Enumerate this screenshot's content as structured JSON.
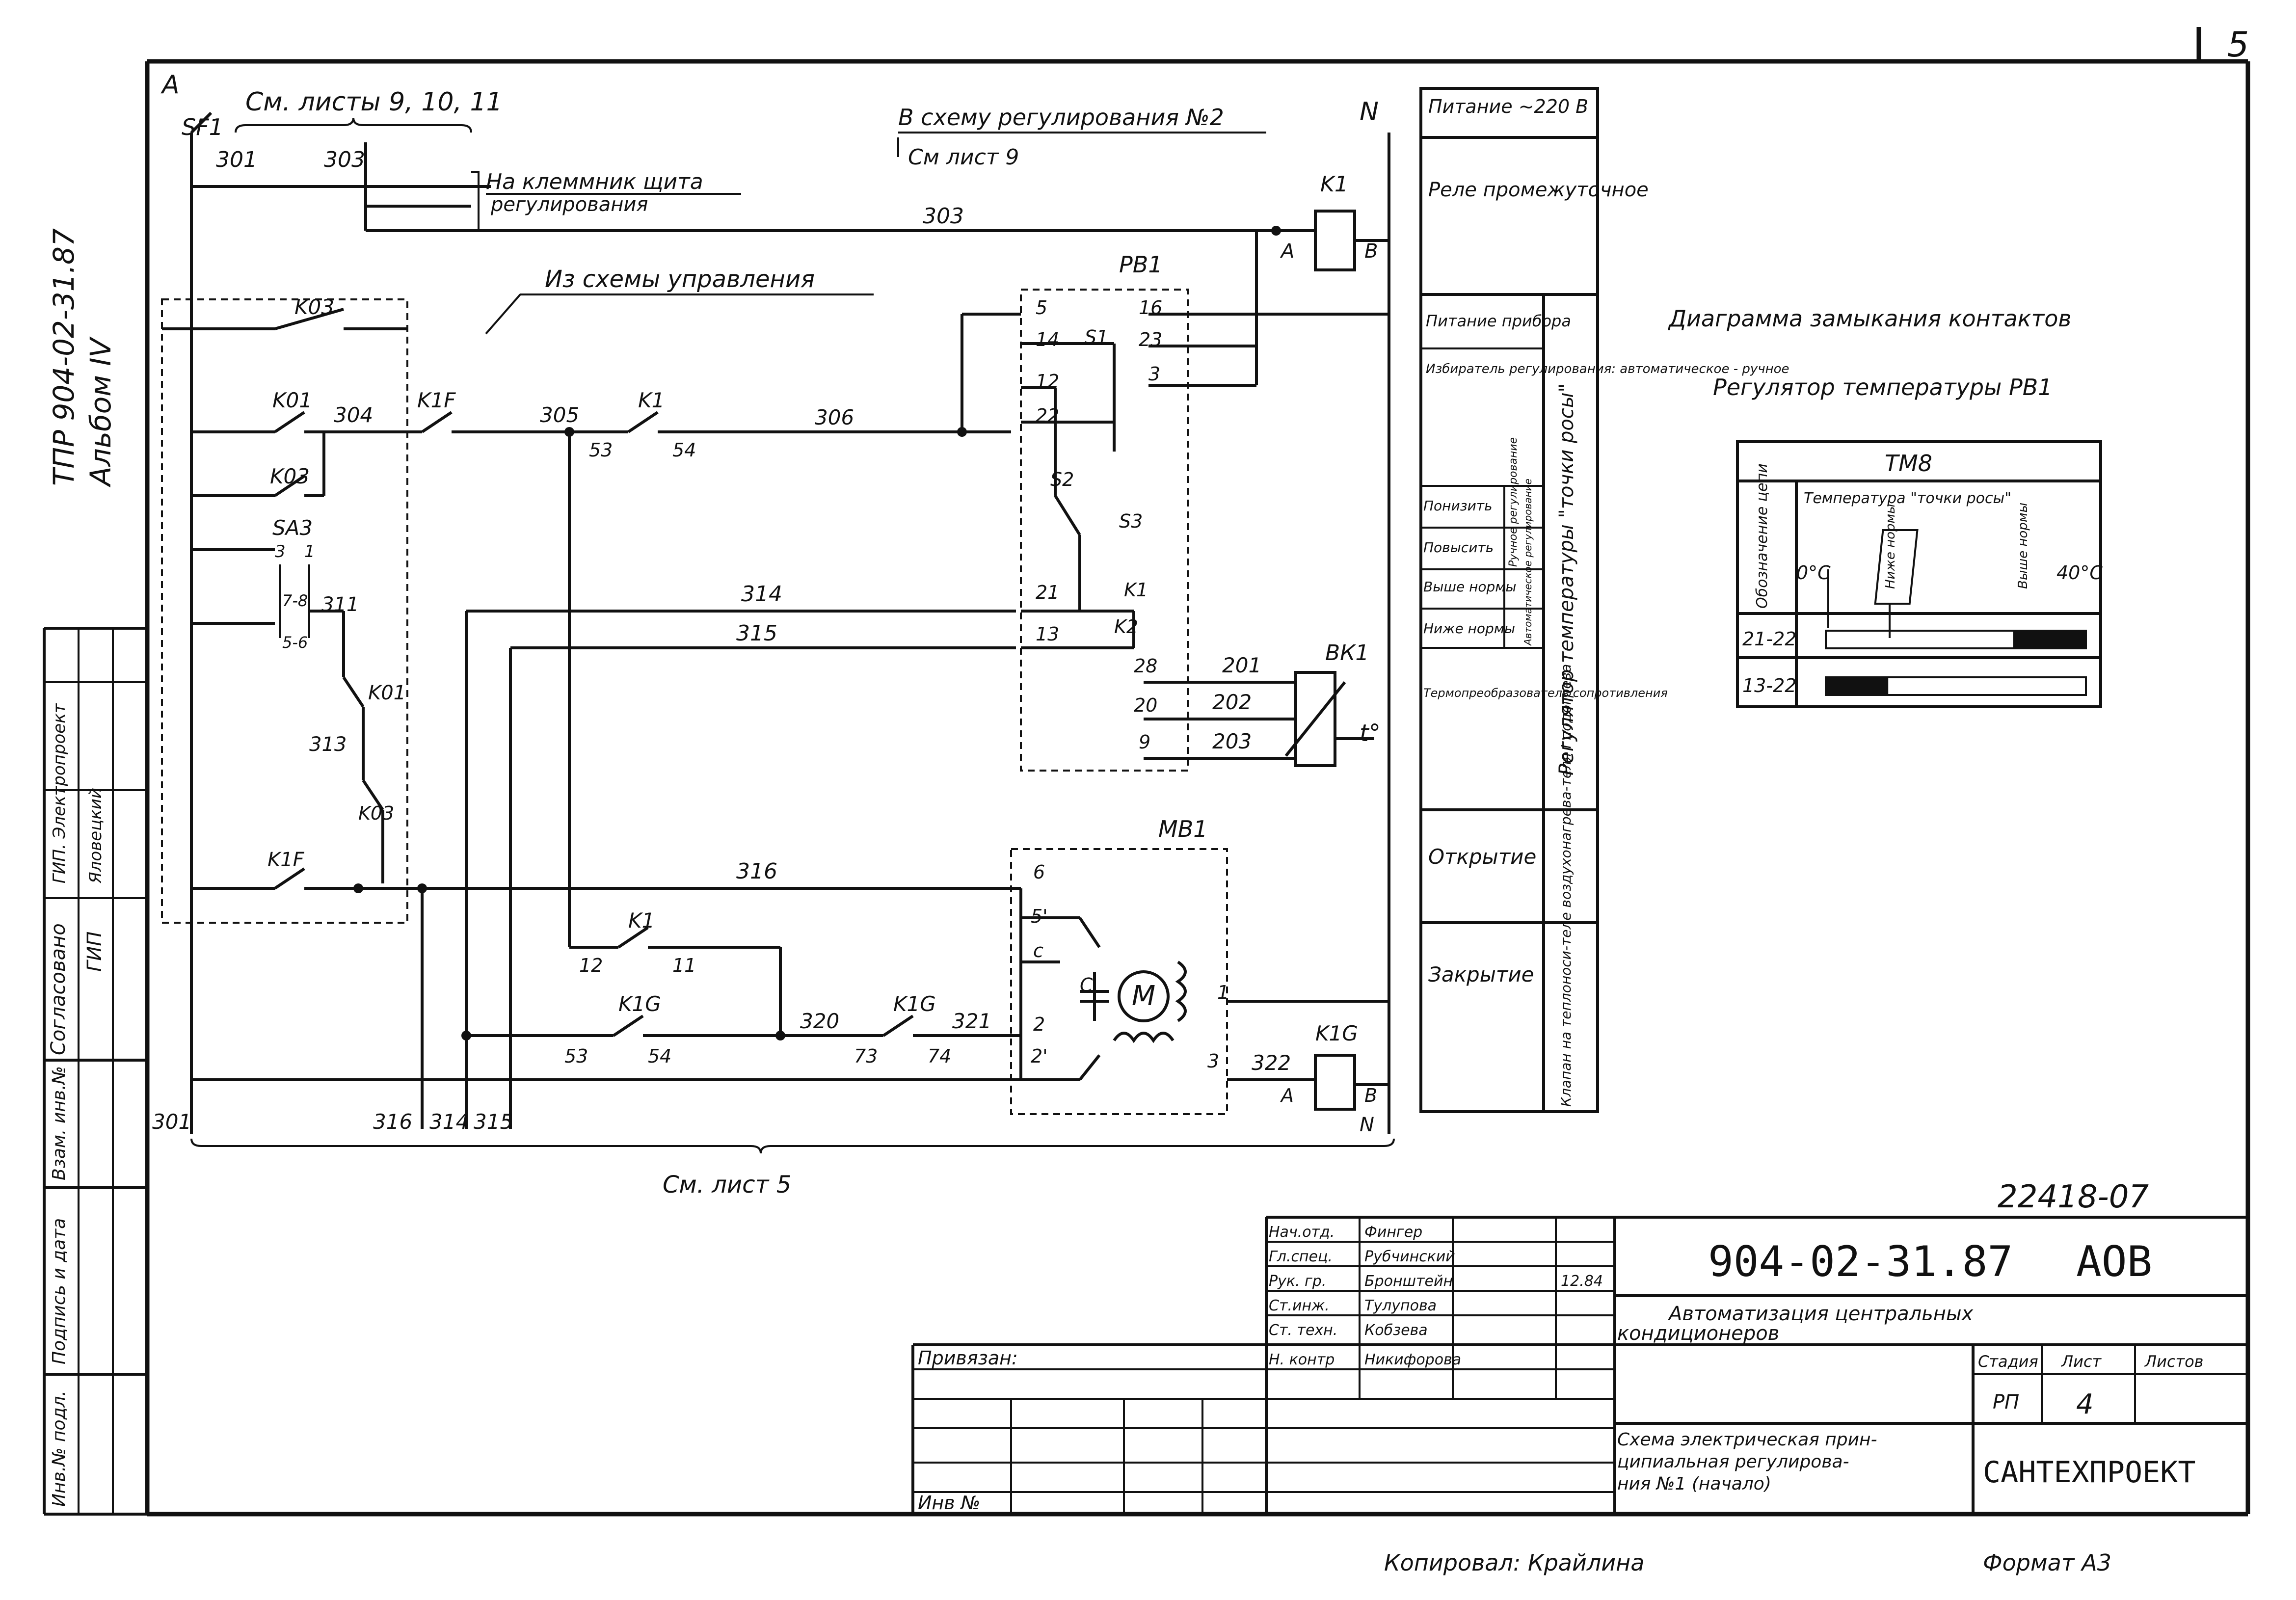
{
  "page": {
    "sheet_number": "5",
    "side_code": "ТПР 904-02-31.87",
    "side_album": "Альбом IV",
    "copied_by": "Копировал: Крайлина",
    "format": "Формат А3",
    "archive_number": "22418-07"
  },
  "left_stamp": {
    "agreed": "Согласовано",
    "gip": "ГИП",
    "electroproekt": "ГИП. Электропроект",
    "signer": "Яловецкий",
    "vzam": "Взам. инв.№",
    "podpis": "Подпись и дата",
    "inv_podl": "Инв.№ подл."
  },
  "schematic": {
    "phase": "А",
    "neutral": "N",
    "sf1": "SF1",
    "see_sheets": "См. листы 9, 10, 11",
    "to_terminal_1": "На клеммник щита",
    "to_terminal_2": "регулирования",
    "to_scheme_2": "В схему регулирования №2",
    "see_sheet_9": "См лист 9",
    "from_control": "Из схемы управления",
    "see_sheet_5": "См. лист 5",
    "wires": {
      "w301": "301",
      "w303": "303",
      "w303b": "303",
      "w304": "304",
      "w305": "305",
      "w306": "306",
      "w311": "311",
      "w313": "313",
      "w314": "314",
      "w315": "315",
      "w316": "316",
      "w320": "320",
      "w321": "321",
      "w322": "322",
      "w301b": "301",
      "w316b": "316",
      "w314b": "314",
      "w315b": "315",
      "w201": "201",
      "w202": "202",
      "w203": "203"
    },
    "devices": {
      "k1": "K1",
      "k1_a": "А",
      "k1_b": "В",
      "k03a": "K03",
      "k01": "K01",
      "k1f": "K1F",
      "k1c": "K1",
      "k1c_53": "53",
      "k1c_54": "54",
      "k03b": "K03",
      "sa3": "SA3",
      "sa3_3": "3",
      "sa3_1": "1",
      "sa3_78": "7-8",
      "sa3_56": "5-6",
      "k01b": "K01",
      "k03c": "K03",
      "k1f_b": "K1F",
      "k1_lower": "K1",
      "k1_12": "12",
      "k1_11": "11",
      "k1g": "K1G",
      "k1g_53": "53",
      "k1g_54": "54",
      "k1g2": "K1G",
      "k1g2_73": "73",
      "k1g2_74": "74",
      "k1g_coil": "K1G",
      "k1g_a": "А",
      "k1g_b": "В",
      "k1g_n": "N",
      "rv1": "РВ1",
      "s1": "S1",
      "s2": "S2",
      "s3": "S3",
      "rk1": "K1",
      "rk2": "K2",
      "bk1": "ВК1",
      "t0": "t°",
      "mv1": "МВ1",
      "m": "M",
      "c": "С"
    },
    "terminals": {
      "t5": "5",
      "t14": "14",
      "t12": "12",
      "t22": "22",
      "t21": "21",
      "t13": "13",
      "t16": "16",
      "t23": "23",
      "t3": "3",
      "t28": "28",
      "t20": "20",
      "t9": "9",
      "m6": "6",
      "m5": "5'",
      "mc": "с",
      "m2": "2",
      "m2p": "2'",
      "m1": "1",
      "m3": "3"
    }
  },
  "function_table": {
    "power": "Питание ~220 В",
    "relay": "Реле промежуточное",
    "rows": [
      {
        "label": "Питание прибора"
      },
      {
        "label": "Избиратель регулирования: автоматическое - ручное"
      },
      {
        "label": "Понизить",
        "sub": "Ручное регулирование"
      },
      {
        "label": "Повысить"
      },
      {
        "label": "Выше нормы",
        "sub": "Автоматическое регулирование"
      },
      {
        "label": "Ниже нормы"
      },
      {
        "label": "Термопреобразователь сопротивления"
      }
    ],
    "group1": "Регулятор температуры \"точки росы\"",
    "open": "Открытие",
    "close": "Закрытие",
    "group2": "Клапан на теплоноси-теле воздухонагрева-теля I подогрева"
  },
  "contact_diagram": {
    "title": "Диаграмма замыкания контактов",
    "subtitle": "Регулятор температуры РВ1",
    "header": "ТМ8",
    "row_header": "Обозначение цепи",
    "col_header": "Температура \"точки росы\"",
    "t_min": "0°С",
    "below": "Ниже нормы",
    "above": "Выше нормы",
    "t_max": "40°С",
    "rows": [
      {
        "circuit": "21-22",
        "closed_from": 0.72,
        "closed_to": 1.0
      },
      {
        "circuit": "13-22",
        "closed_from": 0.0,
        "closed_to": 0.24
      }
    ]
  },
  "title_block": {
    "doc_code": "904-02-31.87",
    "mark": "АОВ",
    "roles": [
      {
        "role": "Нач.отд.",
        "name": "Фингер"
      },
      {
        "role": "Гл.спец.",
        "name": "Рубчинский"
      },
      {
        "role": "Рук. гр.",
        "name": "Бронштейн",
        "date": "12.84"
      },
      {
        "role": "Ст.инж.",
        "name": "Тулупова"
      },
      {
        "role": "Ст. техн.",
        "name": "Кобзева"
      },
      {
        "role": "Н. контр",
        "name": "Никифорова"
      }
    ],
    "project_1": "Автоматизация центральных",
    "project_2": "кондиционеров",
    "stage_h": "Стадия",
    "sheet_h": "Лист",
    "sheets_h": "Листов",
    "stage": "РП",
    "sheet": "4",
    "desc_1": "Схема электрическая прин-",
    "desc_2": "ципиальная регулирова-",
    "desc_3": "ния №1 (начало)",
    "org": "САНТЕХПРОЕКТ",
    "bound": "Привязан:",
    "inv": "Инв №"
  }
}
